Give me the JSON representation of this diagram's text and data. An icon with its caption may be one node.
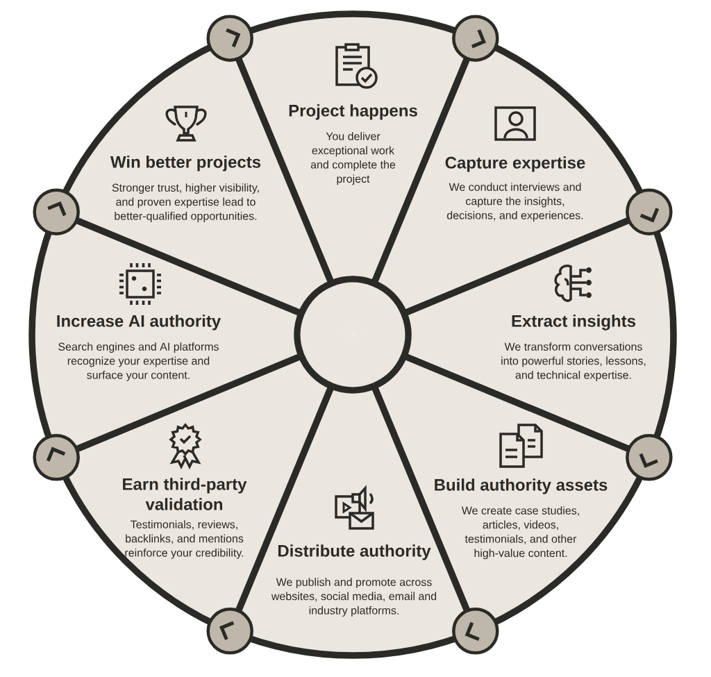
{
  "diagram": {
    "nodes": [
      {
        "text": [
          "Project happens",
          "You deliver exceptional work and complete the project"
        ]
      },
      {
        "text": [
          "Capture expertise",
          "We conduct interviews and capture the insights, decisions, and experiences."
        ]
      },
      {
        "text": [
          "Extract insights",
          "We transform conversations into powerful stories, lessons, and technical expertise."
        ]
      },
      {
        "text": [
          "Build authority assets",
          "We create case studies, articles, videos, testimonials, and other high-value content."
        ]
      },
      {
        "text": [
          "Distribute authority",
          "We publish and promote across websites, social media, email and industry platforms."
        ]
      },
      {
        "text": [
          "Earn third-party validation",
          "Testimonials, reviews, backlinks, and mentions reinforce your credibility."
        ]
      },
      {
        "text": [
          "Increase AI authority",
          "Search engines and AI platforms recognize your expertise and surface your content."
        ]
      },
      {
        "text": [
          "Win better projects",
          "Stronger trust, higher visibility, and proven expertise lead to better-qualified opportunities."
        ]
      }
    ],
    "edges": [
      {
        "from": 0,
        "to": 1,
        "arrow": "to"
      },
      {
        "from": 1,
        "to": 2,
        "arrow": "to"
      },
      {
        "from": 2,
        "to": 3,
        "arrow": "to"
      },
      {
        "from": 3,
        "to": 4,
        "arrow": "to"
      },
      {
        "from": 4,
        "to": 5,
        "arrow": "to"
      },
      {
        "from": 5,
        "to": 6,
        "arrow": "to"
      },
      {
        "from": 6,
        "to": 7,
        "arrow": "to"
      },
      {
        "from": 7,
        "to": 0,
        "arrow": "to"
      }
    ]
  }
}
